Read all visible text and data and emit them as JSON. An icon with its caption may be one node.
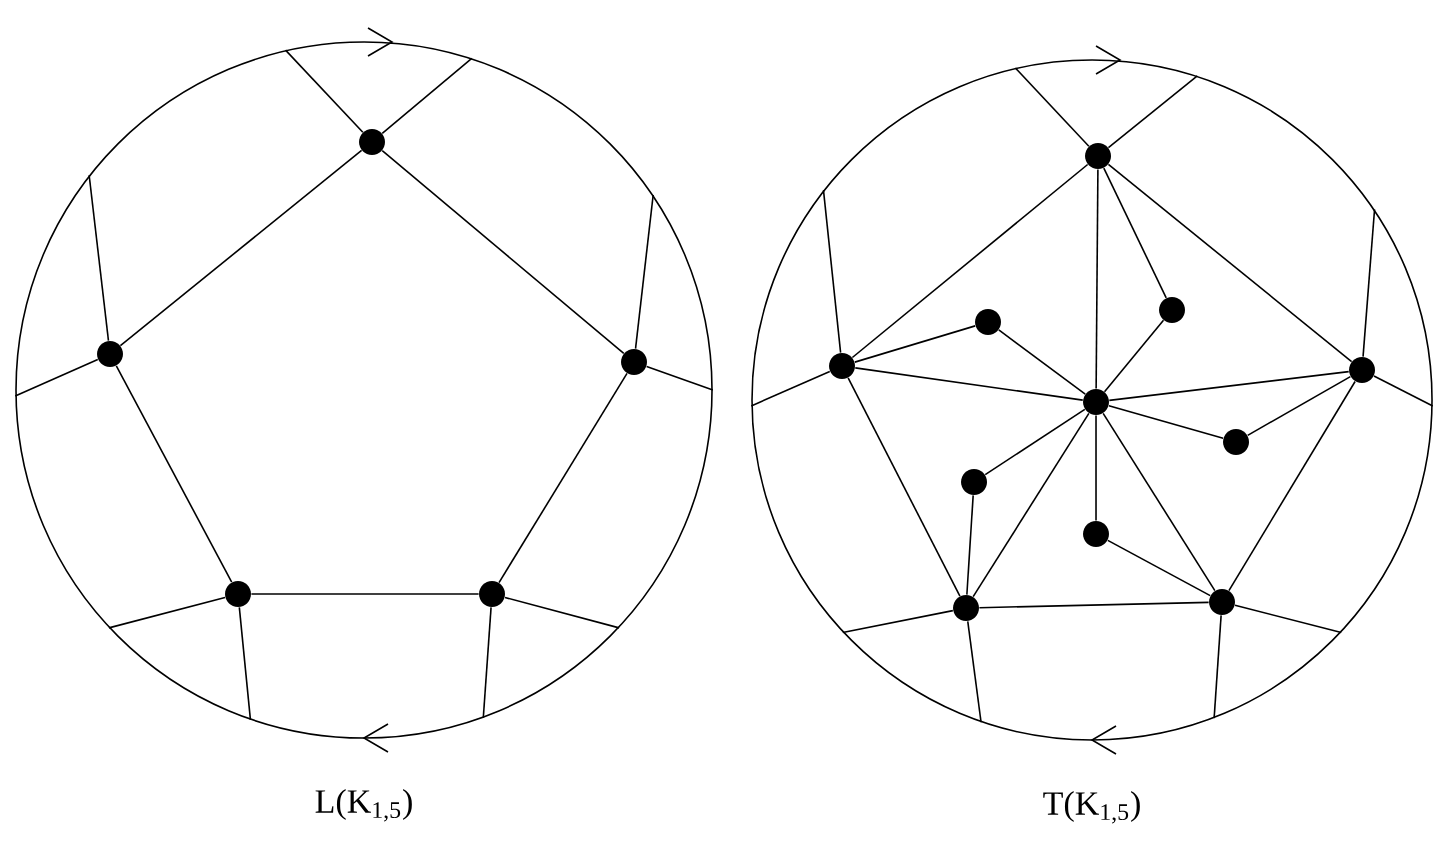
{
  "diagram": {
    "nodes": [
      {
        "text": [],
        "shape": "circle",
        "beside": [
          "L(K$_{1,5}$)"
        ]
      },
      {
        "text": [],
        "shape": "circle",
        "in": 0
      },
      {
        "text": [],
        "shape": "circle",
        "in": 0
      },
      {
        "text": [],
        "shape": "circle",
        "in": 0
      },
      {
        "text": [],
        "shape": "circle",
        "in": 0
      },
      {
        "text": [],
        "shape": "circle",
        "in": 0
      },
      {
        "text": [],
        "shape": "circle",
        "beside": [
          "T(K$_{1,5}$)"
        ]
      },
      {
        "text": [],
        "shape": "circle",
        "in": 6
      },
      {
        "text": [],
        "shape": "circle",
        "in": 6
      },
      {
        "text": [],
        "shape": "circle",
        "in": 6
      },
      {
        "text": [],
        "shape": "circle",
        "in": 6
      },
      {
        "text": [],
        "shape": "circle",
        "in": 6
      },
      {
        "text": [],
        "shape": "circle",
        "in": 6
      },
      {
        "text": [],
        "shape": "circle",
        "in": 6
      },
      {
        "text": [],
        "shape": "circle",
        "in": 6
      },
      {
        "text": [],
        "shape": "circle",
        "in": 6
      },
      {
        "text": [],
        "shape": "circle",
        "in": 6
      },
      {
        "text": [],
        "shape": "circle",
        "in": 6
      }
    ],
    "edges": [
      {
        "from": 1,
        "to": 2,
        "arrow": "none"
      },
      {
        "from": 1,
        "to": 3,
        "arrow": "none"
      },
      {
        "from": 2,
        "to": 4,
        "arrow": "none"
      },
      {
        "from": 3,
        "to": 5,
        "arrow": "none"
      },
      {
        "from": 4,
        "to": 5,
        "arrow": "none"
      },
      {
        "from": 1,
        "to": 0,
        "arrow": "none"
      },
      {
        "from": 1,
        "to": 0,
        "arrow": "none"
      },
      {
        "from": 2,
        "to": 0,
        "arrow": "none"
      },
      {
        "from": 2,
        "to": 0,
        "arrow": "none"
      },
      {
        "from": 3,
        "to": 0,
        "arrow": "none"
      },
      {
        "from": 3,
        "to": 0,
        "arrow": "none"
      },
      {
        "from": 4,
        "to": 0,
        "arrow": "none"
      },
      {
        "from": 4,
        "to": 0,
        "arrow": "none"
      },
      {
        "from": 5,
        "to": 0,
        "arrow": "none"
      },
      {
        "from": 5,
        "to": 0,
        "arrow": "none"
      },
      {
        "from": 7,
        "to": 10,
        "arrow": "none"
      },
      {
        "from": 7,
        "to": 11,
        "arrow": "none"
      },
      {
        "from": 10,
        "to": 17,
        "arrow": "none"
      },
      {
        "from": 11,
        "to": 16,
        "arrow": "none"
      },
      {
        "from": 17,
        "to": 16,
        "arrow": "none"
      },
      {
        "from": 12,
        "to": 7,
        "arrow": "none"
      },
      {
        "from": 12,
        "to": 10,
        "arrow": "none"
      },
      {
        "from": 12,
        "to": 11,
        "arrow": "none"
      },
      {
        "from": 12,
        "to": 17,
        "arrow": "none"
      },
      {
        "from": 12,
        "to": 16,
        "arrow": "none"
      },
      {
        "from": 7,
        "to": 8,
        "arrow": "none"
      },
      {
        "from": 8,
        "to": 12,
        "arrow": "none"
      },
      {
        "from": 10,
        "to": 9,
        "arrow": "none"
      },
      {
        "from": 9,
        "to": 12,
        "arrow": "none"
      },
      {
        "from": 12,
        "to": 13,
        "arrow": "none"
      },
      {
        "from": 13,
        "to": 11,
        "arrow": "none"
      },
      {
        "from": 12,
        "to": 14,
        "arrow": "none"
      },
      {
        "from": 14,
        "to": 17,
        "arrow": "none"
      },
      {
        "from": 12,
        "to": 15,
        "arrow": "none"
      },
      {
        "from": 15,
        "to": 16,
        "arrow": "none"
      },
      {
        "from": 7,
        "to": 6,
        "arrow": "none"
      },
      {
        "from": 7,
        "to": 6,
        "arrow": "none"
      },
      {
        "from": 10,
        "to": 6,
        "arrow": "none"
      },
      {
        "from": 10,
        "to": 6,
        "arrow": "none"
      },
      {
        "from": 11,
        "to": 6,
        "arrow": "none"
      },
      {
        "from": 11,
        "to": 6,
        "arrow": "none"
      },
      {
        "from": 17,
        "to": 6,
        "arrow": "none"
      },
      {
        "from": 17,
        "to": 6,
        "arrow": "none"
      },
      {
        "from": 16,
        "to": 6,
        "arrow": "none"
      },
      {
        "from": 16,
        "to": 6,
        "arrow": "none"
      }
    ]
  }
}
